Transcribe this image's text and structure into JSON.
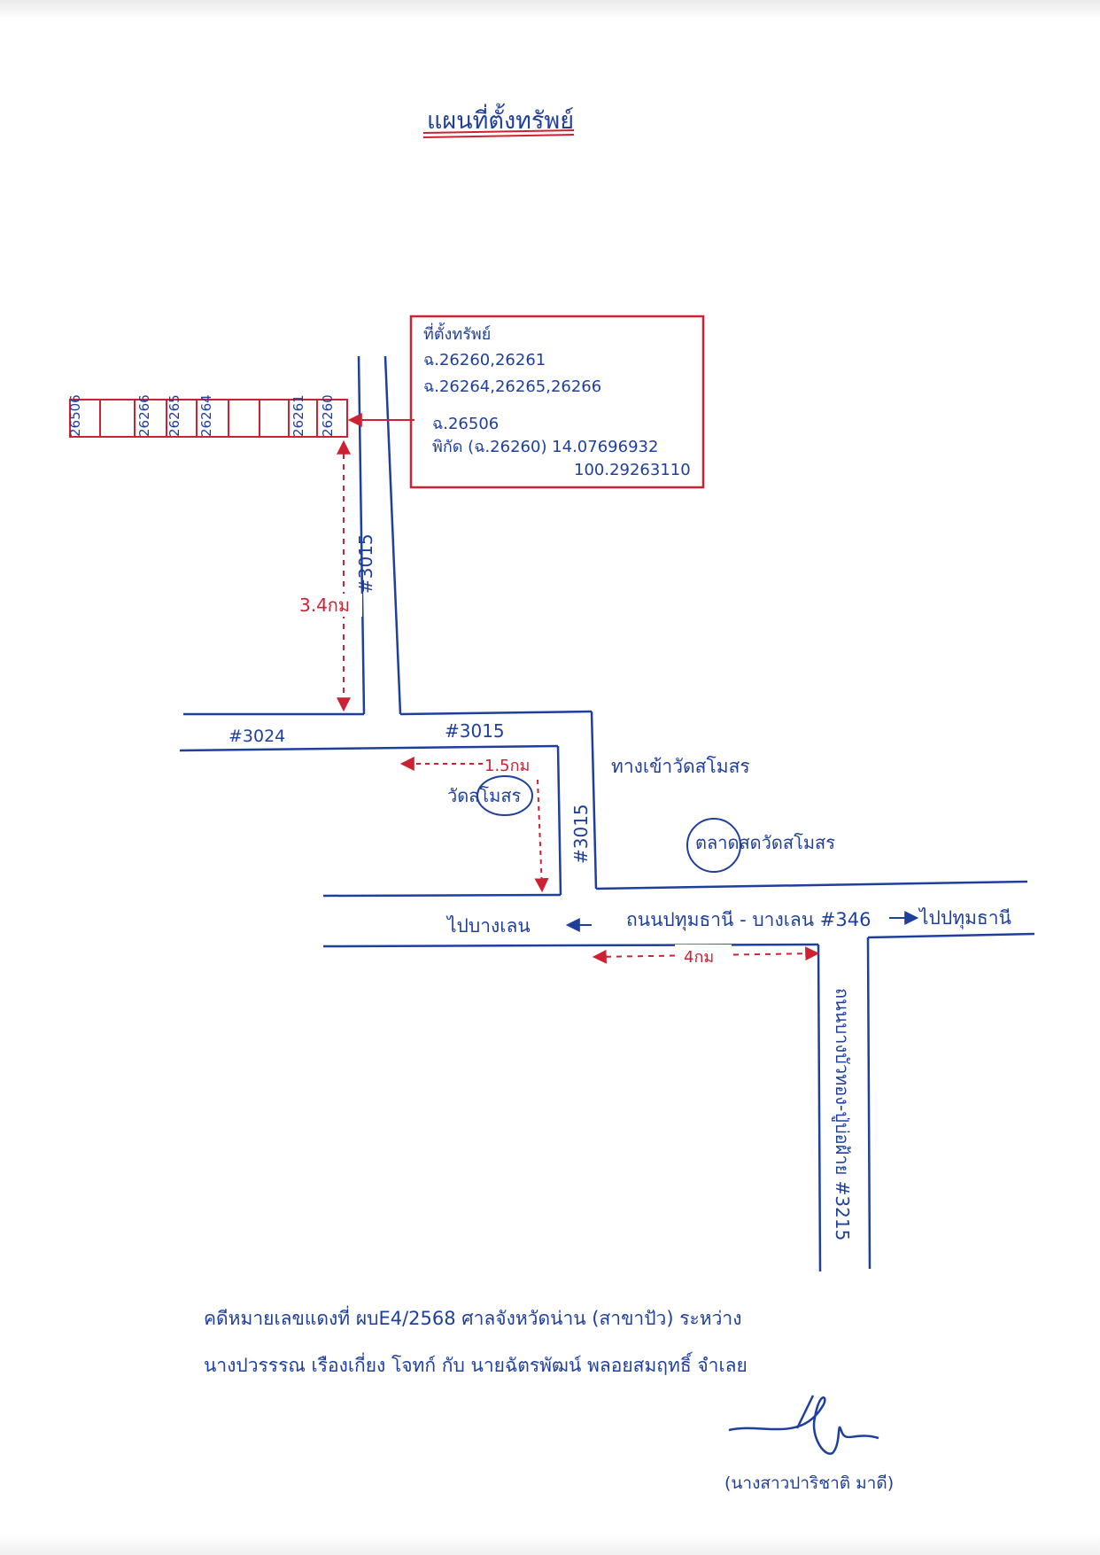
{
  "title": "แผนที่ตั้งทรัพย์",
  "colors": {
    "road": "#1f3f9e",
    "annotation": "#cc2233",
    "paper": "#ffffff"
  },
  "property_box": {
    "heading": "ที่ตั้งทรัพย์",
    "line1": "ฉ.26260,26261",
    "line2": "ฉ.26264,26265,26266",
    "line3": "ฉ.26506",
    "line4": "พิกัด (ฉ.26260) 14.07696932",
    "line5": "100.29263110"
  },
  "parcels": [
    "26506",
    "26266",
    "26265",
    "26264",
    "26261",
    "26260"
  ],
  "roads": {
    "vertical_3015": "#3015",
    "road_3024": "#3024",
    "road_3015_junction": "#3015",
    "road_3015_lower": "#3015",
    "main_road": "ถนนปทุมธานี - บางเลน #346",
    "to_banglen": "ไปบางเลน",
    "to_pathumthani": "ไปปทุมธานี",
    "road_3215": "ถนนบางบัวทอง-ปู่บ่อฝ้าย #3215",
    "entrance_label": "ทางเข้าวัดสโมสร"
  },
  "landmarks": {
    "temple": "วัดสโมสร",
    "market": "ตลาดสดวัดสโมสร"
  },
  "distances": {
    "vertical": "3.4กม",
    "temple": "1.5กม",
    "main_road": "4กม"
  },
  "footer": {
    "line1": "คดีหมายเลขแดงที่ ผบE4/2568 ศาลจังหวัดน่าน (สาขาปัว) ระหว่าง",
    "line2": "นางปวรรรณ เรืองเกี่ยง โจทก์ กับ นายฉัตรพัฒน์ พลอยสมฤทธิ์ จำเลย"
  },
  "signature": {
    "name_caption": "(นางสาวปาริชาติ มาดี)"
  }
}
